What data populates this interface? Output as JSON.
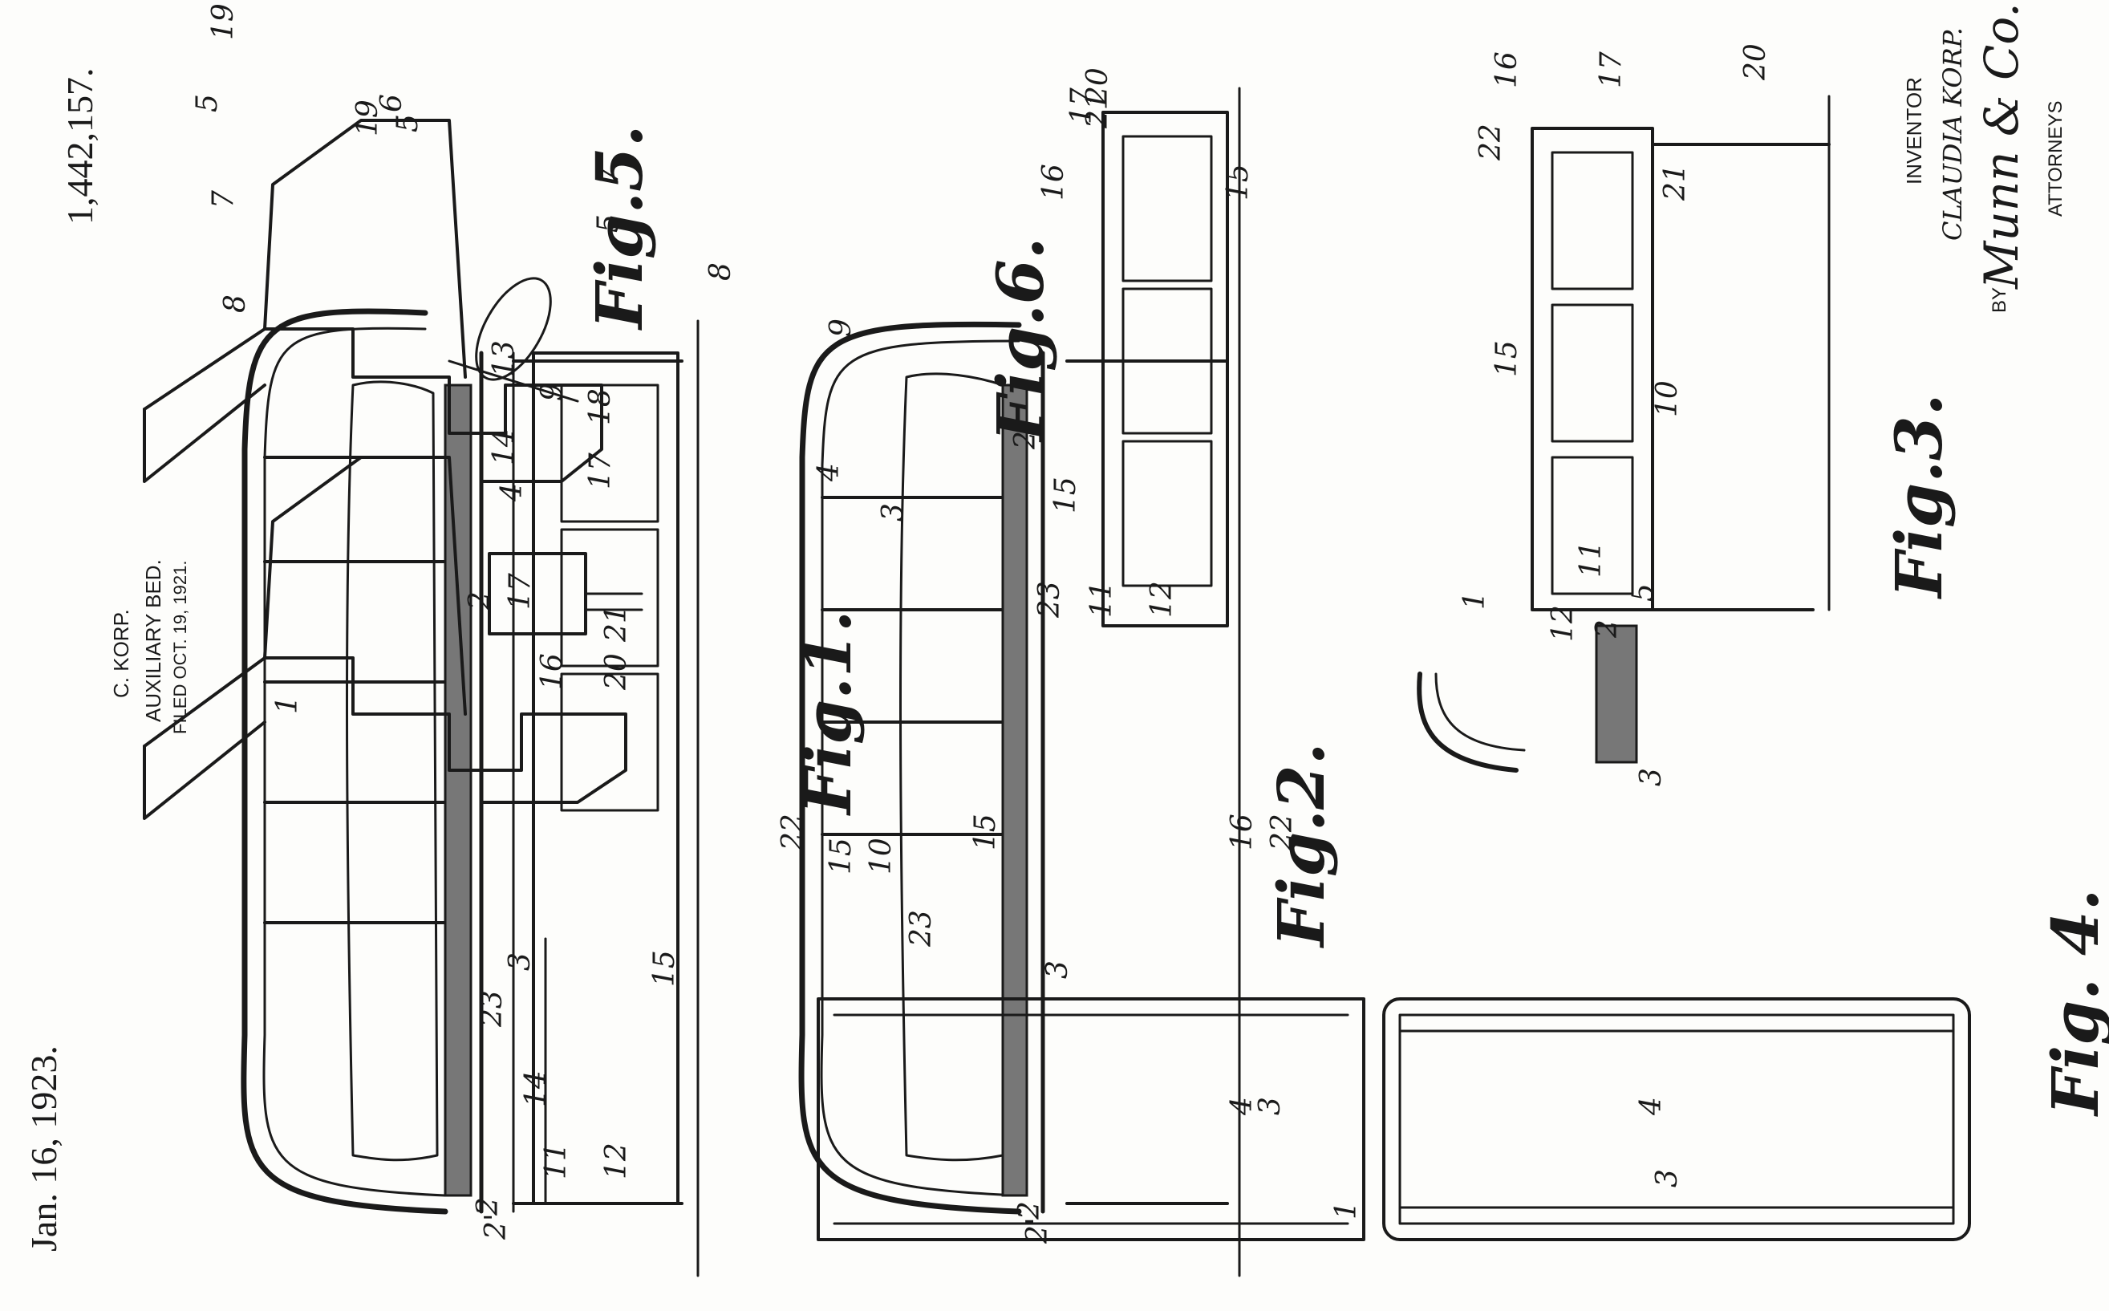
{
  "header": {
    "date": "Jan. 16, 1923.",
    "patent_number": "1,442,157.",
    "inventor_name": "C. KORP.",
    "title": "AUXILIARY BED.",
    "filed": "FILED OCT. 19, 1921."
  },
  "signature": {
    "inventor_label": "INVENTOR",
    "inventor_name": "CLAUDIA KORP.",
    "by_label": "BY",
    "attorney_sig": "Munn & Co.",
    "attorneys_label": "ATTORNEYS"
  },
  "figures": {
    "fig1": "Fig.1.",
    "fig2": "Fig.2.",
    "fig3": "Fig.3.",
    "fig4": "Fig. 4.",
    "fig5": "Fig.5.",
    "fig6": "Fig.6."
  },
  "labels": {
    "fig1": [
      "1",
      "2",
      "2'",
      "2",
      "3",
      "14",
      "23",
      "11",
      "12",
      "17",
      "16",
      "20",
      "21",
      "15"
    ],
    "fig2": [
      "2",
      "2'",
      "2",
      "3",
      "23",
      "11",
      "12",
      "15",
      "16",
      "17",
      "21",
      "20",
      "15"
    ],
    "fig3": [
      "1",
      "12",
      "2",
      "3",
      "5",
      "11",
      "10",
      "15",
      "16",
      "17",
      "20",
      "21",
      "22"
    ],
    "fig4": [
      "1",
      "3",
      "4",
      "3",
      "4",
      "10",
      "15",
      "22",
      "23",
      "16",
      "22",
      "15"
    ],
    "fig5": [
      "5",
      "19",
      "7",
      "8",
      "19",
      "6",
      "5",
      "9",
      "14",
      "13",
      "4"
    ],
    "fig6": [
      "7",
      "5",
      "18",
      "17",
      "8",
      "9",
      "4",
      "3"
    ]
  }
}
